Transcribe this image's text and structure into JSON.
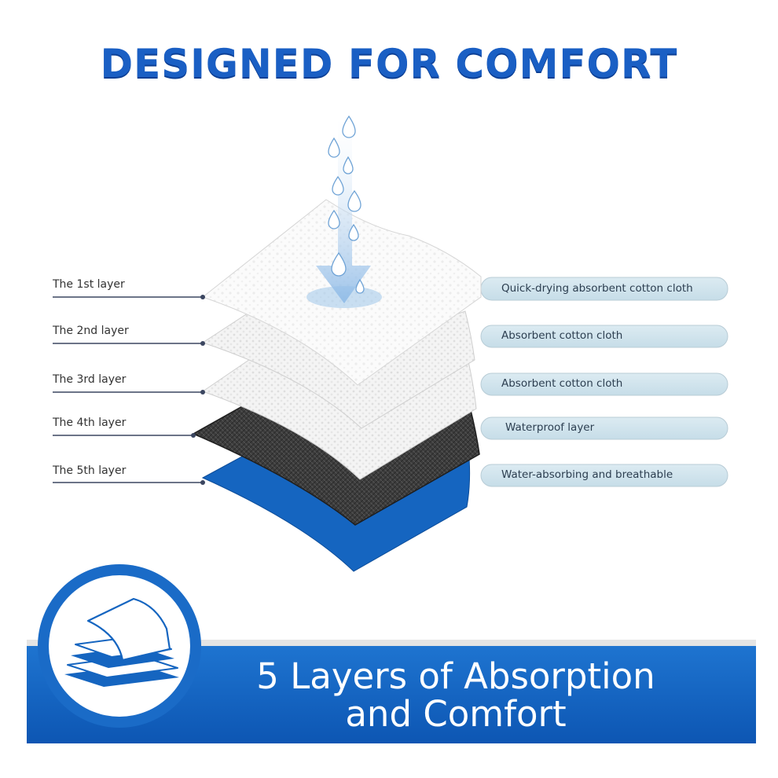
{
  "headline": "DESIGNED FOR COMFORT",
  "layers": [
    {
      "label": "The 1st layer",
      "description": "Quick-drying absorbent cotton cloth"
    },
    {
      "label": "The 2nd layer",
      "description": "Absorbent cotton cloth"
    },
    {
      "label": "The 3rd layer",
      "description": "Absorbent cotton cloth"
    },
    {
      "label": "The 4th layer",
      "description": "Waterproof layer"
    },
    {
      "label": "The 5th layer",
      "description": "Water-absorbing and breathable"
    }
  ],
  "banner": {
    "line1": "5 Layers of Absorption",
    "line2": "and Comfort",
    "icon": "stacked-pads-icon"
  },
  "colors": {
    "brand_blue": "#1a5fc4",
    "banner_blue": "#1565c0",
    "pill_blue": "#cfe4ee",
    "waterproof_gray": "#3a3a3a",
    "water_blue": "#9fc6ea"
  }
}
